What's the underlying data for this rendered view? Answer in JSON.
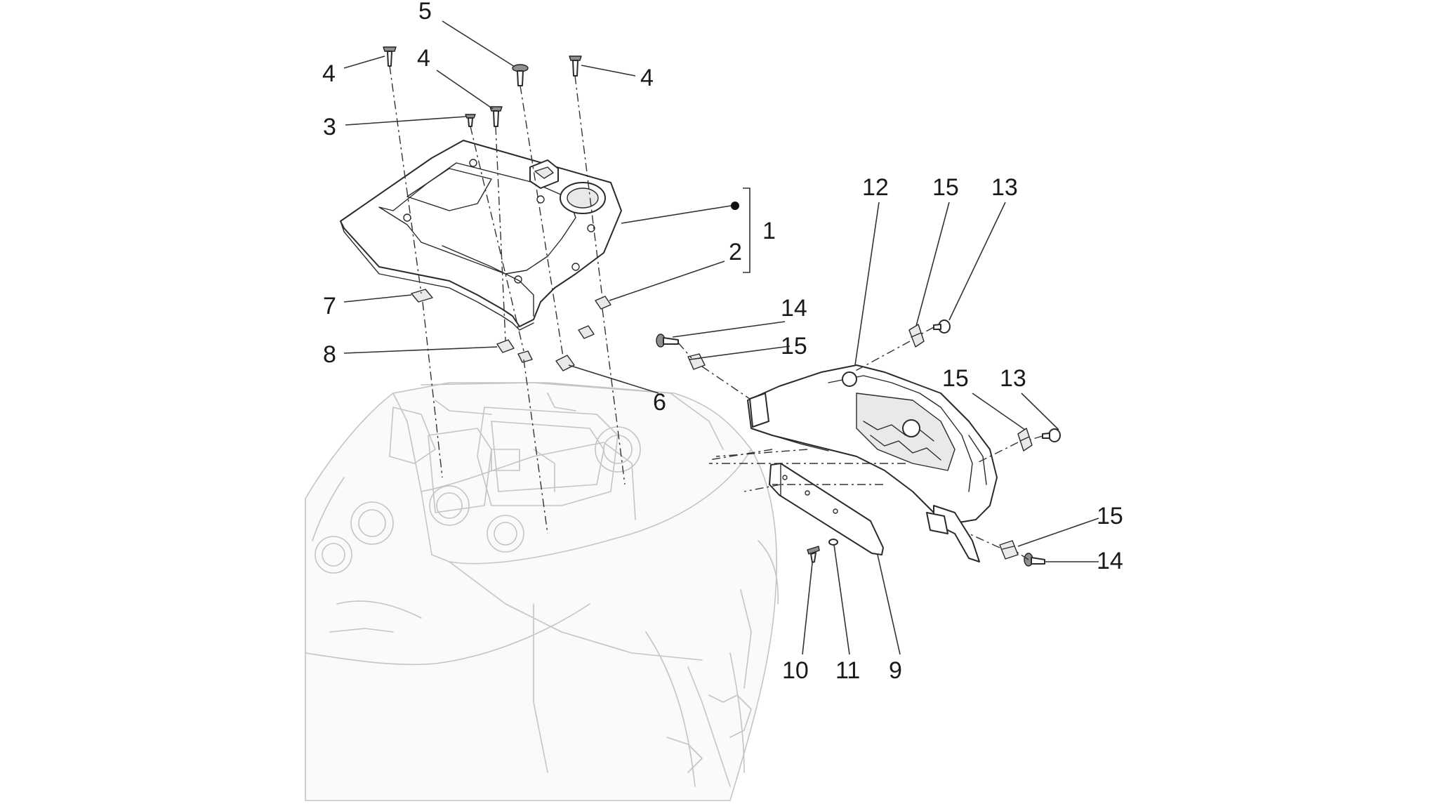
{
  "callouts": {
    "c1": "1",
    "c2": "2",
    "c3": "3",
    "c4a": "4",
    "c4b": "4",
    "c4c": "4",
    "c5": "5",
    "c6": "6",
    "c7": "7",
    "c8": "8",
    "c9": "9",
    "c10": "10",
    "c11": "11",
    "c12": "12",
    "c13a": "13",
    "c13b": "13",
    "c14a": "14",
    "c14b": "14",
    "c15a": "15",
    "c15b": "15",
    "c15c": "15",
    "c15d": "15"
  }
}
